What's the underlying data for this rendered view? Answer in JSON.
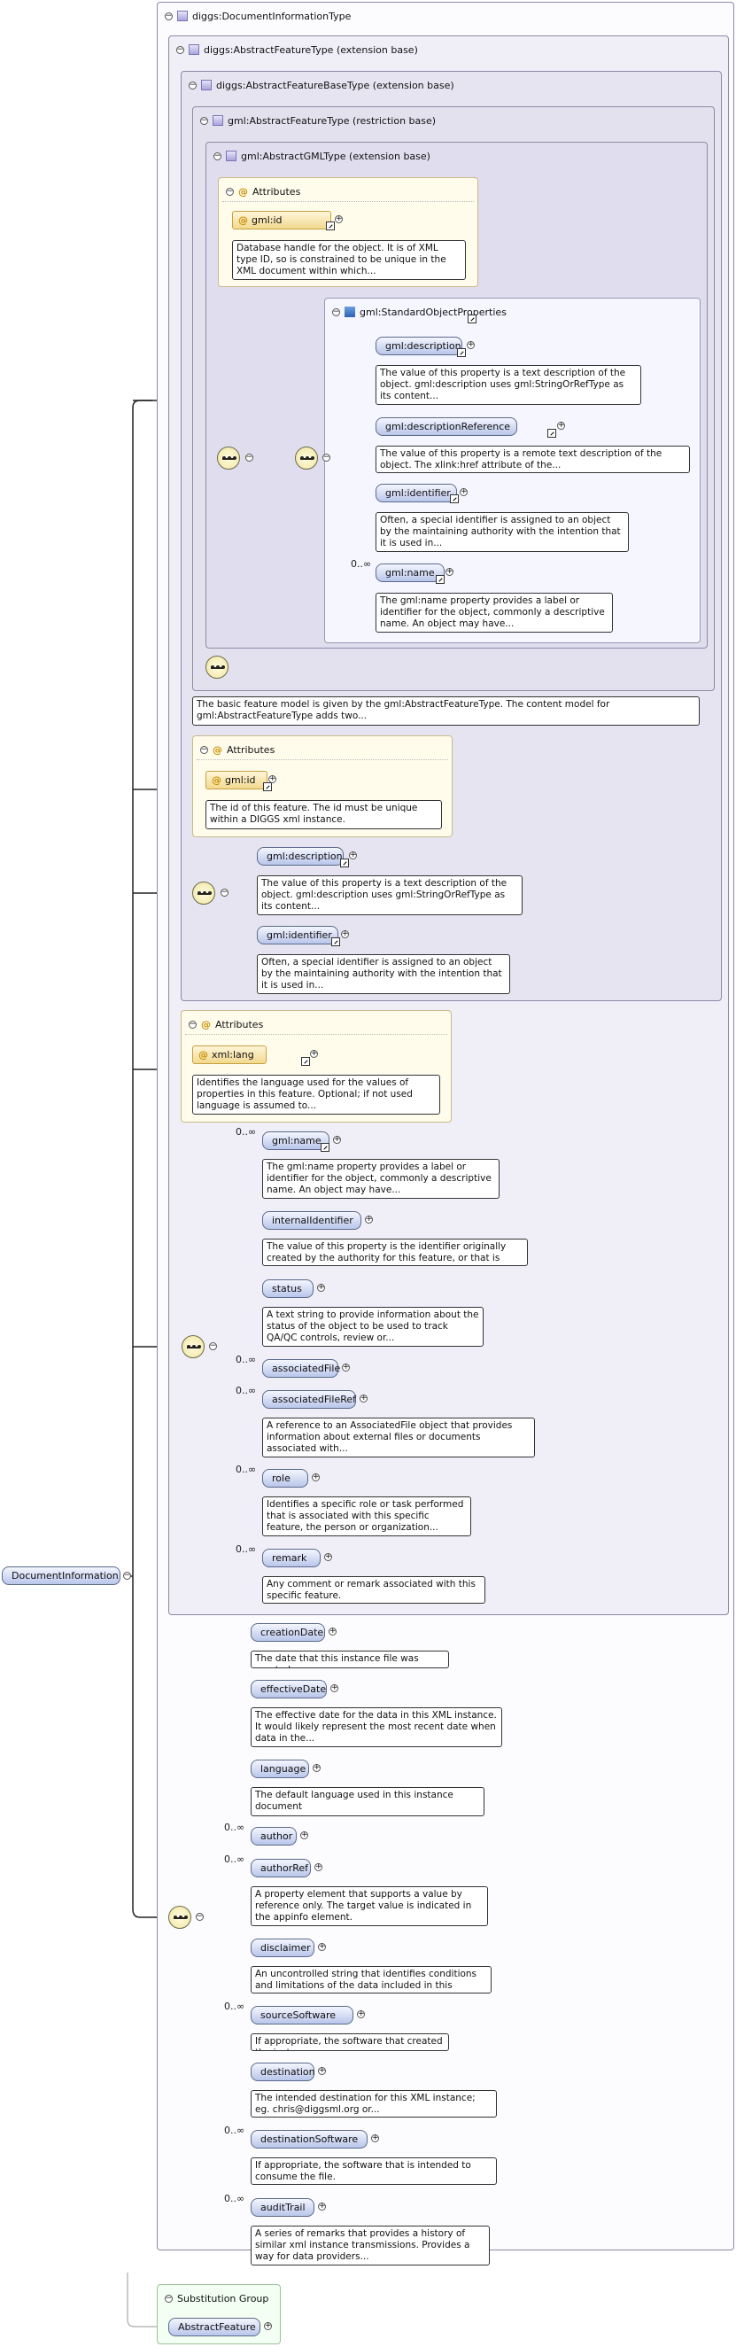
{
  "root": {
    "label": "DocumentInformation",
    "type_label": "diggs:DocumentInformationType"
  },
  "ext1": {
    "label": "diggs:AbstractFeatureType (extension base)"
  },
  "ext2": {
    "label": "diggs:AbstractFeatureBaseType (extension base)"
  },
  "ext3": {
    "label": "gml:AbstractFeatureType (restriction base)"
  },
  "ext4": {
    "label": "gml:AbstractGMLType (extension base)"
  },
  "attributes_label": "Attributes",
  "gml_attrs": {
    "id_label": "gml:id",
    "id_doc": "Database handle for the object. It is of XML type ID, so is constrained to be unique in the XML document within which..."
  },
  "std_props": {
    "label": "gml:StandardObjectProperties",
    "description": {
      "label": "gml:description",
      "doc": "The value of this property is a text description of the object. gml:description uses gml:StringOrRefType as its content..."
    },
    "descriptionReference": {
      "label": "gml:descriptionReference",
      "doc": "The value of this property is a remote text description of the object. The xlink:href attribute of the..."
    },
    "identifier": {
      "label": "gml:identifier",
      "doc": "Often, a special identifier is assigned to an object by the maintaining authority with the intention that it is used in..."
    },
    "name": {
      "card": "0..∞",
      "label": "gml:name",
      "doc": "The gml:name property provides a label or identifier for the object, commonly a descriptive name. An object may have..."
    }
  },
  "feature_doc": "The basic feature model is given by the gml:AbstractFeatureType. The content model for gml:AbstractFeatureType adds two...",
  "feat_attrs": {
    "id_label": "gml:id",
    "id_doc": "The id of this feature. The id must be unique within a DIGGS xml instance."
  },
  "feat_seq": {
    "description": {
      "label": "gml:description",
      "doc": "The value of this property is a text description of the object. gml:description uses gml:StringOrRefType as its content..."
    },
    "identifier": {
      "label": "gml:identifier",
      "doc": "Often, a special identifier is assigned to an object by the maintaining authority with the intention that it is used in..."
    }
  },
  "lang_attrs": {
    "label": "xml:lang",
    "doc": "Identifies the language used for the values of properties in this feature. Optional; if not used language is assumed to..."
  },
  "feature_elems": [
    {
      "card": "0..∞",
      "label": "gml:name",
      "ref": true,
      "doc": "The gml:name property provides a label or identifier for the object, commonly a descriptive name. An object may have..."
    },
    {
      "card": "",
      "label": "internalIdentifier",
      "ref": false,
      "doc": "The value of this property is the identifier originally created by the authority for this feature, or that is used as..."
    },
    {
      "card": "",
      "label": "status",
      "ref": false,
      "doc": "A text string to provide information about the status of the object to be used to track QA/QC controls, review or..."
    },
    {
      "card": "0..∞",
      "label": "associatedFile",
      "ref": false,
      "doc": ""
    },
    {
      "card": "0..∞",
      "label": "associatedFileRef",
      "ref": false,
      "doc": "A reference to an AssociatedFile object that provides information about external files or documents associated with..."
    },
    {
      "card": "0..∞",
      "label": "role",
      "ref": false,
      "doc": "Identifies a specific role or task performed that is associated with this specific feature, the person or organization..."
    },
    {
      "card": "0..∞",
      "label": "remark",
      "ref": false,
      "doc": "Any comment or remark associated with this specific feature."
    }
  ],
  "doc_elems": [
    {
      "card": "",
      "label": "creationDate",
      "doc": "The date that this instance file was created."
    },
    {
      "card": "",
      "label": "effectiveDate",
      "doc": "The effective date for the data in this XML instance. It would likely represent the most recent date when data in the..."
    },
    {
      "card": "",
      "label": "language",
      "doc": "The default language used in this instance document"
    },
    {
      "card": "0..∞",
      "label": "author",
      "doc": ""
    },
    {
      "card": "0..∞",
      "label": "authorRef",
      "doc": "A property element that supports a value by reference only. The target value is indicated in the appinfo element."
    },
    {
      "card": "",
      "label": "disclaimer",
      "doc": "An uncontrolled string that identifies conditions and limitations of the data included in this instance."
    },
    {
      "card": "0..∞",
      "label": "sourceSoftware",
      "doc": "If appropriate, the software that created the instance."
    },
    {
      "card": "",
      "label": "destination",
      "doc": "The intended destination for this XML instance; eg. chris@diggsml.org or..."
    },
    {
      "card": "0..∞",
      "label": "destinationSoftware",
      "doc": "If appropriate, the software that is intended to consume the file."
    },
    {
      "card": "0..∞",
      "label": "auditTrail",
      "doc": "A series of remarks that provides a history of similar xml instance transmissions. Provides a way for data providers..."
    }
  ],
  "subst": {
    "label": "Substitution Group",
    "elem": "AbstractFeature"
  }
}
